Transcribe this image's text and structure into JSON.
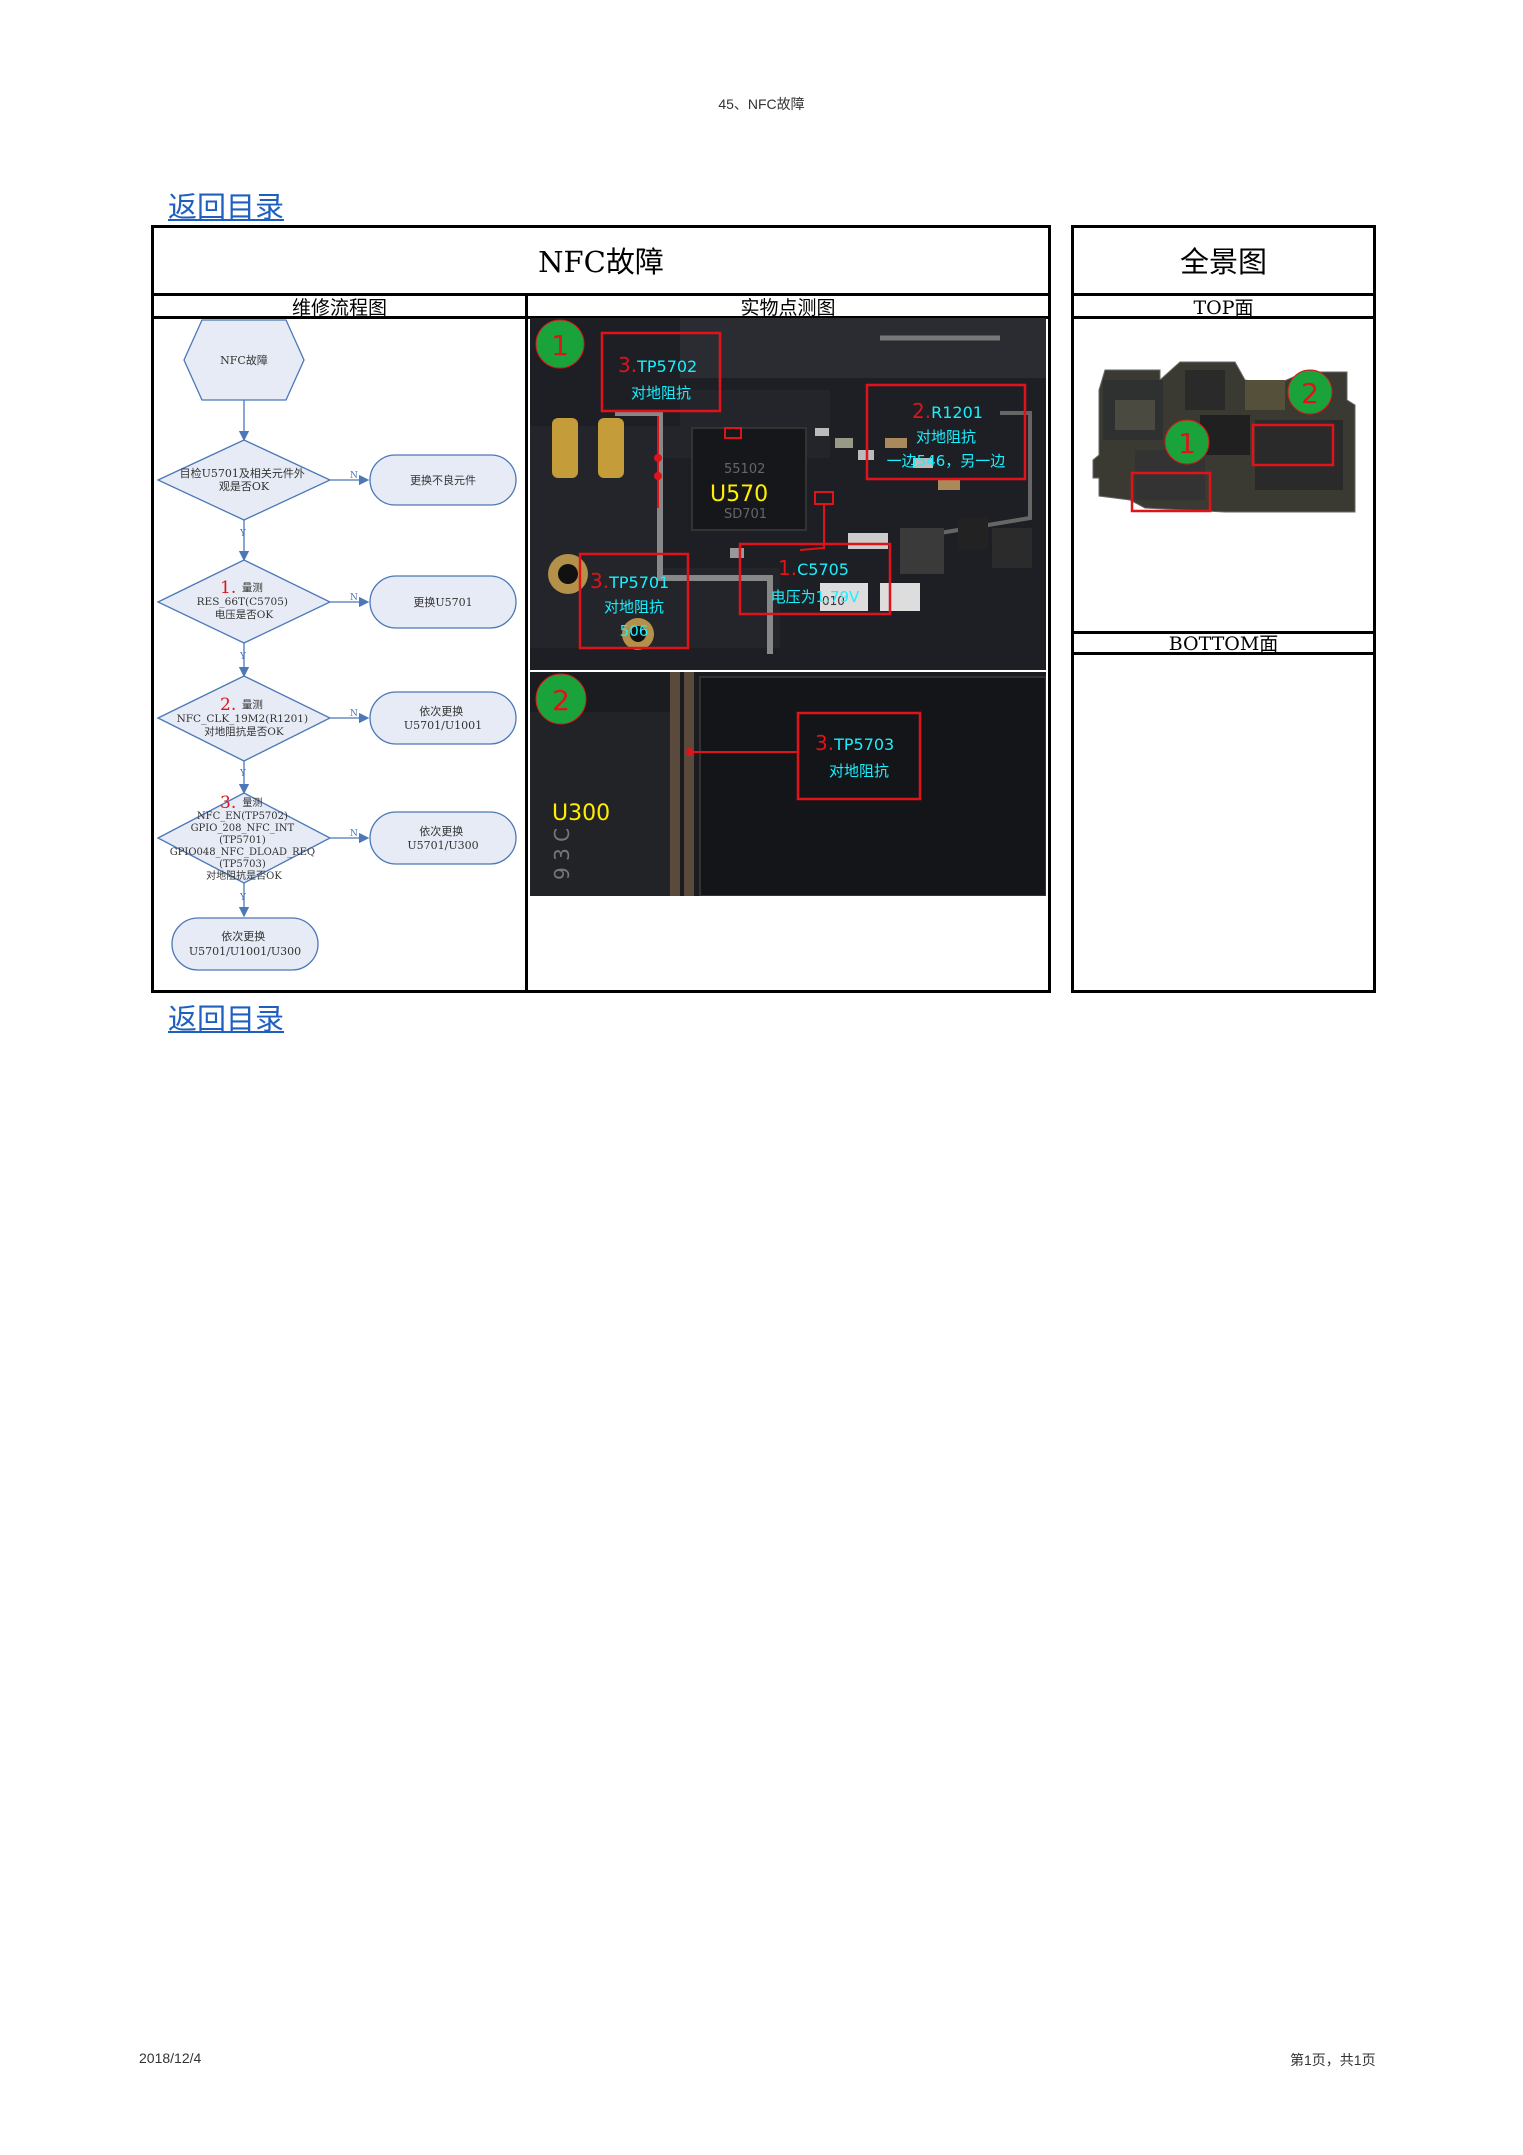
{
  "page_header": "45、NFC故障",
  "toc_link": "返回目录",
  "main_title": "NFC故障",
  "panorama_title": "全景图",
  "col_flow": "维修流程图",
  "col_photo": "实物点测图",
  "col_top": "TOP面",
  "col_bottom": "BOTTOM面",
  "flow": {
    "start": "NFC故障",
    "d1": [
      "目检U5701及相关元件外",
      "观是否OK"
    ],
    "a1": "更换不良元件",
    "d2_num": "1.",
    "d2": [
      "量测",
      "RES_66T(C5705)",
      "电压是否OK"
    ],
    "a2": "更换U5701",
    "d3_num": "2.",
    "d3": [
      "量测",
      "NFC_CLK_19M2(R1201)",
      "对地阻抗是否OK"
    ],
    "a3": [
      "依次更换",
      "U5701/U1001"
    ],
    "d4_num": "3.",
    "d4": [
      "量测",
      "NFC_EN(TP5702)",
      "GPIO_208_NFC_INT",
      "(TP5701)",
      "GPIO048_NFC_DLOAD_REQ",
      "(TP5703)",
      "对地阻抗是否OK"
    ],
    "a4": [
      "依次更换",
      "U5701/U300"
    ],
    "end": [
      "依次更换",
      "U5701/U1001/U300"
    ],
    "yes": "Y",
    "no": "N"
  },
  "photo1": {
    "badge": "1",
    "chip": "U570",
    "chip_mark1": "55102",
    "chip_mark2": "SD701",
    "mark_010": "010",
    "tp5702": {
      "num": "3.",
      "id": "TP5702",
      "desc": "对地阻抗"
    },
    "r1201": {
      "num": "2.",
      "id": "R1201",
      "desc": "对地阻抗",
      "desc2": "一边546，另一边"
    },
    "tp5701": {
      "num": "3.",
      "id": "TP5701",
      "desc": "对地阻抗",
      "val": "506"
    },
    "c5705": {
      "num": "1.",
      "id": "C5705",
      "desc": "电压为1.79V"
    }
  },
  "photo2": {
    "badge": "2",
    "chip": "U300",
    "side_text": "9 3 C",
    "tp5703": {
      "num": "3.",
      "id": "TP5703",
      "desc": "对地阻抗"
    }
  },
  "board": {
    "badge1": "1",
    "badge2": "2"
  },
  "footer_date": "2018/12/4",
  "footer_page": "第1页，共1页",
  "colors": {
    "badge": "#1aa33a",
    "red": "#e0121a",
    "cyan": "#19f0ff",
    "yellow": "#ffee00",
    "pcb": "#1d1f24",
    "flow_fill": "#e6ebf5",
    "flow_stroke": "#4c78b8"
  }
}
